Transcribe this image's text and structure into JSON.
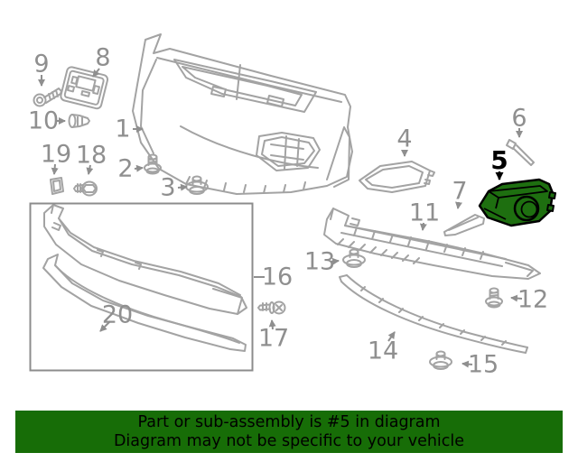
{
  "banner": {
    "line1": "Part or sub-assembly is #5 in diagram",
    "line2": "Diagram may not be specific to your vehicle",
    "bg_color": "#176d07",
    "text_color": "#000000"
  },
  "diagram": {
    "highlighted_part_number": "5",
    "highlight_fill": "#1e6f10",
    "highlight_outline": "#000000",
    "line_color": "#a3a3a3",
    "label_color": "#8f8f8f",
    "callouts": [
      {
        "label": "1"
      },
      {
        "label": "2"
      },
      {
        "label": "3"
      },
      {
        "label": "4"
      },
      {
        "label": "5"
      },
      {
        "label": "6"
      },
      {
        "label": "7"
      },
      {
        "label": "8"
      },
      {
        "label": "9"
      },
      {
        "label": "10"
      },
      {
        "label": "11"
      },
      {
        "label": "12"
      },
      {
        "label": "13"
      },
      {
        "label": "14"
      },
      {
        "label": "15"
      },
      {
        "label": "16"
      },
      {
        "label": "17"
      },
      {
        "label": "18"
      },
      {
        "label": "19"
      },
      {
        "label": "20"
      }
    ]
  }
}
